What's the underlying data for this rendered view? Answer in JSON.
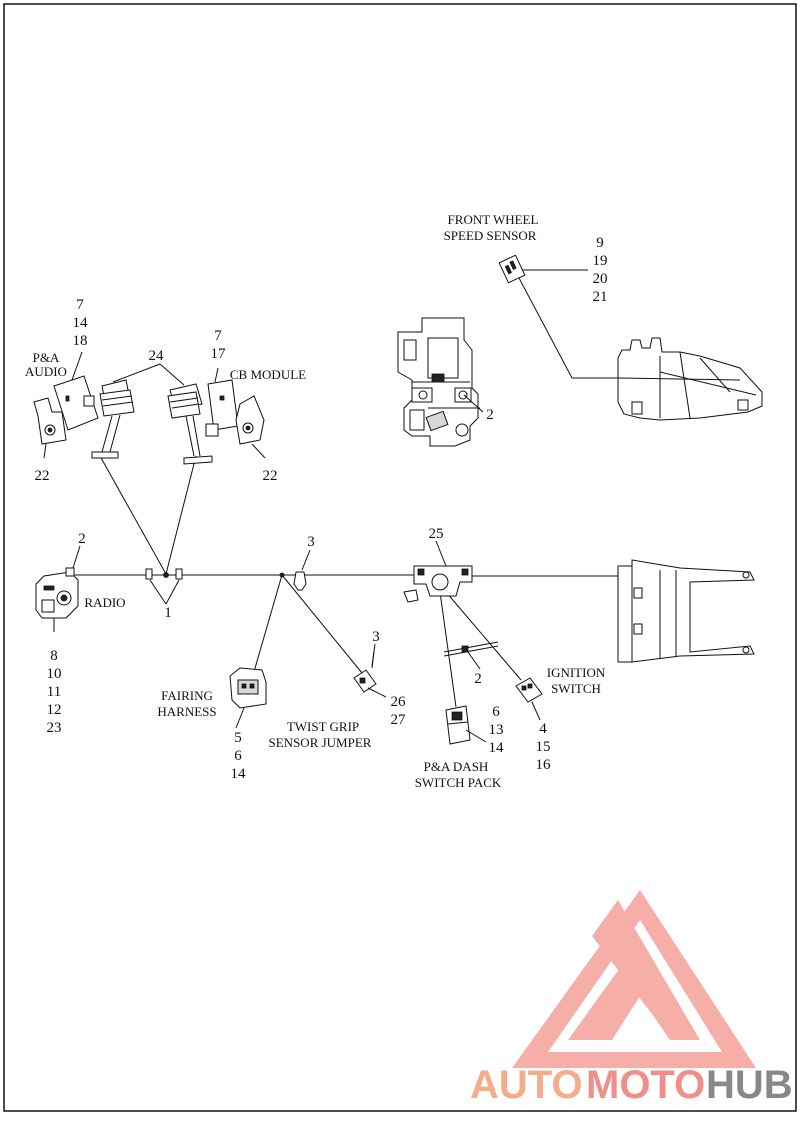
{
  "labels": {
    "front_wheel_line1": "FRONT WHEEL",
    "front_wheel_line2": "SPEED SENSOR",
    "pa_audio_line1": "P&A",
    "pa_audio_line2": "AUDIO",
    "cb_module": "CB MODULE",
    "radio": "RADIO",
    "fairing_line1": "FAIRING",
    "fairing_line2": "HARNESS",
    "twist_line1": "TWIST GRIP",
    "twist_line2": "SENSOR JUMPER",
    "ignition_line1": "IGNITION",
    "ignition_line2": "SWITCH",
    "dash_line1": "P&A DASH",
    "dash_line2": "SWITCH PACK"
  },
  "callouts": {
    "speed_sensor": [
      "9",
      "19",
      "20",
      "21"
    ],
    "audio": [
      "7",
      "14",
      "18"
    ],
    "cb": [
      "7",
      "17"
    ],
    "connectors": "24",
    "audio_bracket": "22",
    "cb_bracket": "22",
    "radio_top": "2",
    "radio": [
      "8",
      "10",
      "11",
      "12",
      "23"
    ],
    "splice": "1",
    "clip_top": "3",
    "fairing": [
      "5",
      "6",
      "14"
    ],
    "twist_clip": "3",
    "twist": [
      "26",
      "27"
    ],
    "switch_mount": "25",
    "tie": "2",
    "bracket_bolts": "2",
    "dash": [
      "6",
      "13",
      "14"
    ],
    "ignition": [
      "4",
      "15",
      "16"
    ]
  },
  "watermark": {
    "word_auto": "AUTO",
    "word_moto": "MOTO",
    "word_hub": "HUB",
    "color_auto": "#f4ac8a",
    "color_moto": "#f08f8a",
    "color_hub": "#888888",
    "logo_color": "#f4a09a"
  }
}
